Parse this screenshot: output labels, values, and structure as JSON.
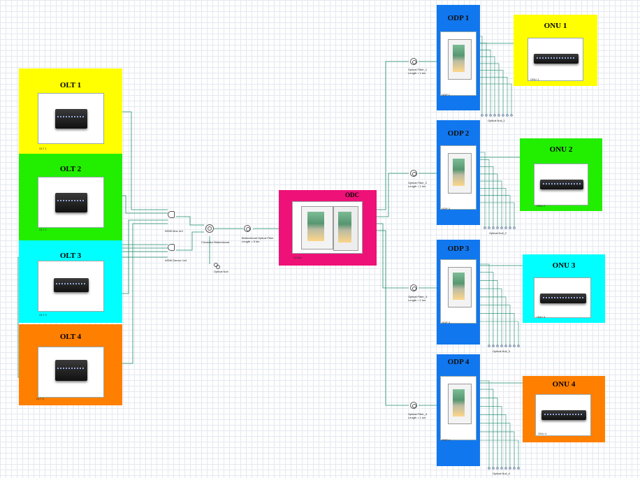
{
  "olts": [
    {
      "title": "OLT 1",
      "sub": "OLT 1",
      "color": "#ffff00"
    },
    {
      "title": "OLT 2",
      "sub": "OLT 2",
      "color": "#22ee00"
    },
    {
      "title": "OLT 3",
      "sub": "OLT 3",
      "color": "#00ffff"
    },
    {
      "title": "OLT 4",
      "sub": "OLT 4",
      "color": "#ff7f00"
    }
  ],
  "odc": {
    "title": "ODC",
    "sub": "Splitter",
    "color": "#ee1177"
  },
  "odps": [
    {
      "title": "ODP 1",
      "sub": "ODP 1",
      "color": "#1177ee"
    },
    {
      "title": "ODP 2",
      "sub": "ODP 2",
      "color": "#1177ee"
    },
    {
      "title": "ODP 3",
      "sub": "ODP 3",
      "color": "#1177ee"
    },
    {
      "title": "ODP 4",
      "sub": "ODP 4",
      "color": "#1177ee"
    }
  ],
  "onus": [
    {
      "title": "ONU 1",
      "sub": "ONU 1",
      "color": "#ffff00"
    },
    {
      "title": "ONU 2",
      "sub": "ONU 2",
      "color": "#22ee00"
    },
    {
      "title": "ONU 3",
      "sub": "ONU 3",
      "color": "#00ffff"
    },
    {
      "title": "ONU 4",
      "sub": "ONU 4",
      "color": "#ff7f00"
    }
  ],
  "components": {
    "wdm_mux": "WDM Mux 4x1",
    "wdm_demux": "WDM Demux 1x4",
    "circulator": "Circulator Bidirectional",
    "bidir_fiber": [
      "Bidirectional Optical Fiber",
      "Length = 5  km"
    ],
    "optical_null": "Optical Null",
    "fibers": [
      {
        "name": "Optical Fiber_1",
        "length": "Length = 1  km"
      },
      {
        "name": "Optical Fiber_2",
        "length": "Length = 1  km"
      },
      {
        "name": "Optical Fiber_3",
        "length": "Length = 1  km"
      },
      {
        "name": "Optical Fiber_4",
        "length": "Length = 1  km"
      }
    ],
    "null_rows": [
      "Optical Null_1",
      "Optical Null_2",
      "Optical Null_3",
      "Optical Null_4"
    ]
  },
  "colors": {
    "wire": "#1e8e6e",
    "grid": "#e4e8ef"
  }
}
